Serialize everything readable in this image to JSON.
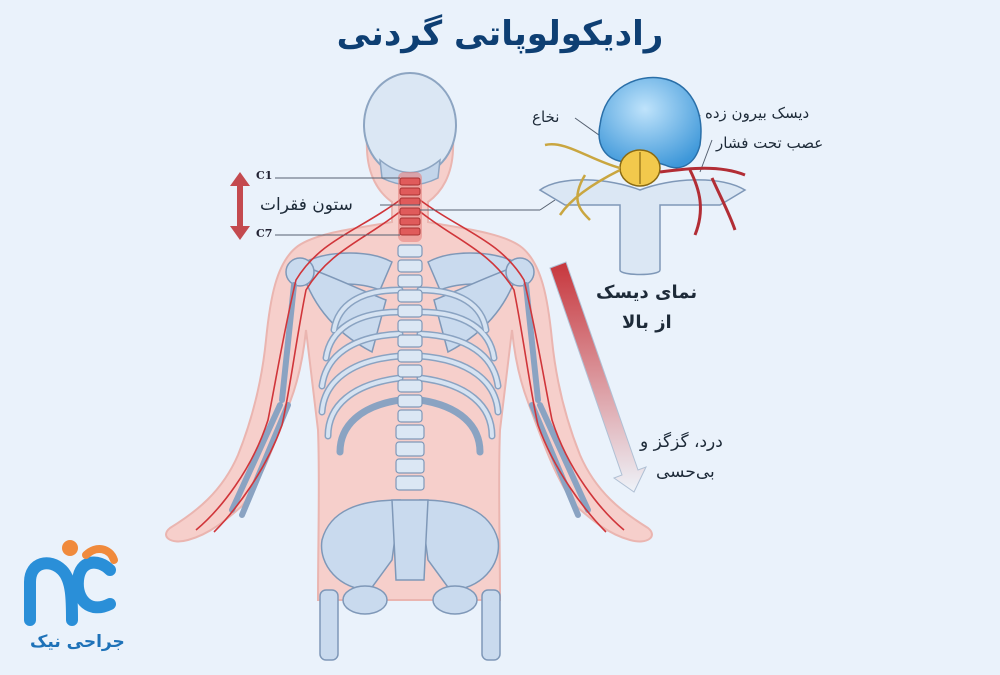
{
  "title": "رادیکولوپاتی گردنی",
  "labels": {
    "spinal_cord": "نخاع",
    "herniated_disc": "دیسک بیرون زده",
    "compressed_nerve": "عصب تحت فشار",
    "vertebral_column": "ستون فقرات",
    "c1": "C1",
    "c7": "C7",
    "disc_view_line1": "نمای دیسک",
    "disc_view_line2": "از بالا",
    "symptoms_line1": "درد، گزگز و",
    "symptoms_line2": "بی‌حسی"
  },
  "logo": {
    "text": "جراحی نیک",
    "colors": {
      "primary": "#2a8fd8",
      "accent": "#f08a3c"
    }
  },
  "colors": {
    "title": "#0e3f73",
    "body": "#f6cfcb",
    "bone": "#c9daee",
    "nerve": "#d0353a",
    "disc": "#6fb8e8",
    "cord": "#f2c94c"
  },
  "icons": [
    "double-arrow-icon",
    "gradient-arrow-icon",
    "logo-mark-icon"
  ]
}
